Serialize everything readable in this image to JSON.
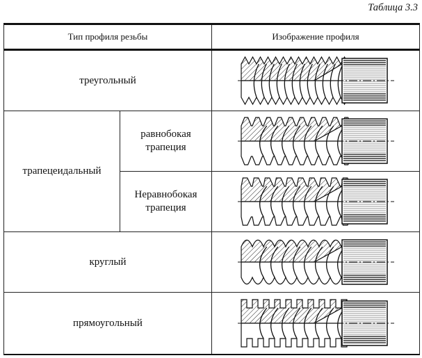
{
  "caption": "Таблица 3.3",
  "headers": {
    "type": "Тип профиля резьбы",
    "image": "Изображение профиля"
  },
  "rows": [
    {
      "type": "треугольный",
      "profile_icon": "triangular-thread-icon"
    },
    {
      "type": "трапецеидальный",
      "subtypes": [
        {
          "label_1": "равнобокая",
          "label_2": "трапеция",
          "profile_icon": "symmetric-trapezoidal-thread-icon"
        },
        {
          "label_1": "Неравнобокая",
          "label_2": "трапеция",
          "profile_icon": "asymmetric-trapezoidal-thread-icon"
        }
      ]
    },
    {
      "type": "круглый",
      "profile_icon": "round-thread-icon"
    },
    {
      "type": "прямоугольный",
      "profile_icon": "rectangular-thread-icon"
    }
  ]
}
